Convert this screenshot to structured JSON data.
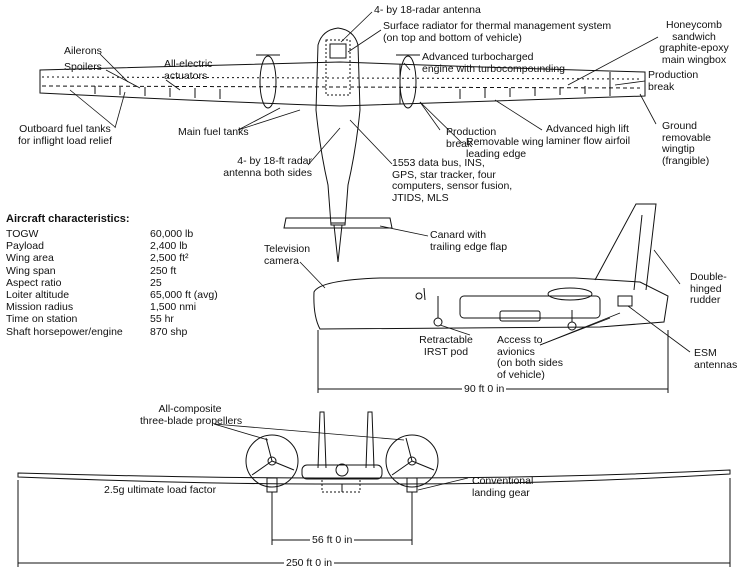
{
  "callouts": {
    "antenna_top": "4- by 18-radar antenna",
    "surface_radiator": "Surface radiator for thermal management system\n(on top and bottom of vehicle)",
    "honeycomb": "Honeycomb\nsandwich\ngraphite-epoxy\nmain wingbox",
    "ailerons": "Ailerons",
    "spoilers": "Spoilers",
    "electric_actuators": "All-electric\nactuators",
    "turbo_engine": "Advanced turbocharged\nengine with turbocompounding",
    "production_break_right": "Production\nbreak",
    "outboard_tanks": "Outboard fuel tanks\nfor inflight load relief",
    "main_fuel_tanks": "Main fuel tanks",
    "production_break_center": "Production\nbreak",
    "high_lift_airfoil": "Advanced high lift\nlaminer flow airfoil",
    "ground_wingtip": "Ground\nremovable\nwingtip\n(frangible)",
    "radar_sides": "4- by 18-ft radar\nantenna both sides",
    "removable_leading_edge": "Removable wing\nleading edge",
    "avionics_list": "1553 data bus, INS,\nGPS, star tracker, four\ncomputers, sensor fusion,\nJTIDS, MLS",
    "canard": "Canard with\ntrailing edge flap",
    "tv_camera": "Television\ncamera",
    "double_rudder": "Double-\nhinged\nrudder",
    "irst_pod": "Retractable\nIRST pod",
    "avionics_access": "Access to\navionics\n(on both sides\nof vehicle)",
    "esm_antennas": "ESM\nantennas",
    "propellers": "All-composite\nthree-blade propellers",
    "load_factor": "2.5g ultimate load factor",
    "landing_gear": "Conventional\nlanding gear"
  },
  "characteristics": {
    "title": "Aircraft characteristics:",
    "rows": [
      {
        "name": "TOGW",
        "value": "60,000 lb"
      },
      {
        "name": "Payload",
        "value": "2,400 lb"
      },
      {
        "name": "Wing area",
        "value": "2,500 ft²"
      },
      {
        "name": "Wing span",
        "value": "250 ft"
      },
      {
        "name": "Aspect ratio",
        "value": "25"
      },
      {
        "name": "Loiter altitude",
        "value": "65,000 ft (avg)"
      },
      {
        "name": "Mission radius",
        "value": "1,500 nmi"
      },
      {
        "name": "Time on station",
        "value": "55 hr"
      },
      {
        "name": "Shaft horsepower/engine",
        "value": "870 shp"
      }
    ]
  },
  "dimensions": {
    "side_length": "90 ft 0 in",
    "prop_spacing": "56 ft 0 in",
    "span": "250 ft 0 in"
  }
}
